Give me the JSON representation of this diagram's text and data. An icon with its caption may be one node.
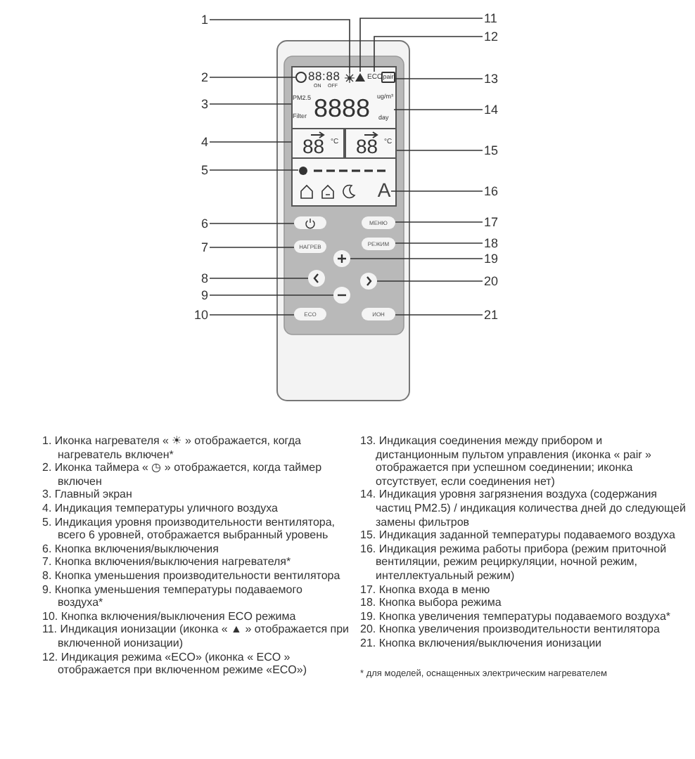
{
  "diagram": {
    "nodes": [
      {
        "text": [
          "1"
        ]
      },
      {
        "text": [
          "2"
        ]
      },
      {
        "text": [
          "3"
        ]
      },
      {
        "text": [
          "4"
        ]
      },
      {
        "text": [
          "5"
        ]
      },
      {
        "text": [
          "6"
        ]
      },
      {
        "text": [
          "7"
        ]
      },
      {
        "text": [
          "8"
        ]
      },
      {
        "text": [
          "9"
        ]
      },
      {
        "text": [
          "10"
        ]
      },
      {
        "text": [
          "11"
        ]
      },
      {
        "text": [
          "12"
        ]
      },
      {
        "text": [
          "13"
        ]
      },
      {
        "text": [
          "14"
        ]
      },
      {
        "text": [
          "15"
        ]
      },
      {
        "text": [
          "16"
        ]
      },
      {
        "text": [
          "17"
        ]
      },
      {
        "text": [
          "18"
        ]
      },
      {
        "text": [
          "19"
        ]
      },
      {
        "text": [
          "20"
        ]
      },
      {
        "text": [
          "21"
        ]
      },
      {
        "text": [],
        "shape": "sun",
        "in": 23
      },
      {
        "text": [],
        "shape": "circle",
        "in": 23
      },
      {
        "text": [],
        "shape": "box"
      },
      {
        "text": [
          "88",
          "°C"
        ],
        "in": 23
      },
      {
        "text": [],
        "shape": "bar",
        "in": 23
      },
      {
        "text": [],
        "shape": "button"
      },
      {
        "text": [
          "НАГРЕВ"
        ]
      },
      {
        "text": [],
        "shape": "circle"
      },
      {
        "text": [],
        "shape": "circle"
      },
      {
        "text": [
          "ECO"
        ]
      },
      {
        "text": [],
        "shape": "triangle",
        "in": 23
      },
      {
        "text": [
          "ECO"
        ],
        "in": 23
      },
      {
        "text": [
          "pair"
        ],
        "in": 23
      },
      {
        "text": [
          "8888"
        ],
        "beside": [
          "PM2.5",
          "Filter",
          "ug/m³",
          "day"
        ],
        "in": 23
      },
      {
        "text": [
          "88",
          "°C"
        ],
        "in": 23
      },
      {
        "text": [
          "A"
        ],
        "in": 23
      },
      {
        "text": [
          "МЕНЮ"
        ]
      },
      {
        "text": [
          "РЕЖИМ"
        ]
      },
      {
        "text": [],
        "shape": "circle"
      },
      {
        "text": [],
        "shape": "circle"
      },
      {
        "text": [
          "ИОН"
        ]
      }
    ],
    "edges": [
      {
        "from": 0,
        "to": 21,
        "arrow": "none"
      },
      {
        "from": 1,
        "to": 22,
        "arrow": "none"
      },
      {
        "from": 2,
        "to": 23,
        "arrow": "none"
      },
      {
        "from": 3,
        "to": 24,
        "arrow": "none"
      },
      {
        "from": 4,
        "to": 25,
        "arrow": "none"
      },
      {
        "from": 5,
        "to": 26,
        "arrow": "none"
      },
      {
        "from": 6,
        "to": 27,
        "arrow": "none"
      },
      {
        "from": 7,
        "to": 28,
        "arrow": "none"
      },
      {
        "from": 8,
        "to": 29,
        "arrow": "none"
      },
      {
        "from": 9,
        "to": 30,
        "arrow": "none"
      },
      {
        "from": 10,
        "to": 31,
        "arrow": "none"
      },
      {
        "from": 11,
        "to": 32,
        "arrow": "none"
      },
      {
        "from": 12,
        "to": 33,
        "arrow": "none"
      },
      {
        "from": 13,
        "to": 34,
        "arrow": "none"
      },
      {
        "from": 14,
        "to": 35,
        "arrow": "none"
      },
      {
        "from": 15,
        "to": 36,
        "arrow": "none"
      },
      {
        "from": 16,
        "to": 37,
        "arrow": "none"
      },
      {
        "from": 17,
        "to": 38,
        "arrow": "none"
      },
      {
        "from": 18,
        "to": 39,
        "arrow": "none"
      },
      {
        "from": 19,
        "to": 40,
        "arrow": "none"
      },
      {
        "from": 20,
        "to": 41,
        "arrow": "none"
      }
    ],
    "labels": [
      "88:88",
      "ON",
      "OFF",
      "1. Иконка нагревателя « ☀ » отображается, когда нагреватель включен*",
      "2. Иконка таймера « ◷ » отображается, когда таймер включен",
      "3. Главный экран",
      "4. Индикация температуры уличного воздуха",
      "5. Индикация уровня производительности вентилятора, всего 6 уровней, отображается выбранный уровень",
      "6. Кнопка включения/выключения",
      "7. Кнопка включения/выключения нагревателя*",
      "8. Кнопка уменьшения производительности вентилятора",
      "9. Кнопка уменьшения температуры подаваемого воздуха*",
      "10. Кнопка включения/выключения ECO режима",
      "11. Индикация ионизации (иконка « ▲ » отображается при включенной ионизации)",
      "12. Индикация режима «ECO» (иконка « ECO » отображается при включенном режиме «ECO»)",
      "13. Индикация соединения между прибором и дистанционным пультом управления (иконка « pair » отображается при успешном соединении; иконка отсутствует, если соединения нет)",
      "14. Индикация уровня загрязнения воздуха (содержания частиц PM2.5) / индикация количества дней до следующей замены фильтров",
      "15. Индикация заданной температуры подаваемого воздуха",
      "16. Индикация режима работы прибора (режим приточной вентиляции, режим рециркуляции, ночной режим, интеллектуальный режим)",
      "17. Кнопка входа в меню",
      "18. Кнопка выбора режима",
      "19. Кнопка увеличения температуры подаваемого воздуха*",
      "20. Кнопка увеличения производительности вентилятора",
      "21. Кнопка включения/выключения ионизации",
      "* для моделей, оснащенных электрическим нагревателем"
    ]
  }
}
